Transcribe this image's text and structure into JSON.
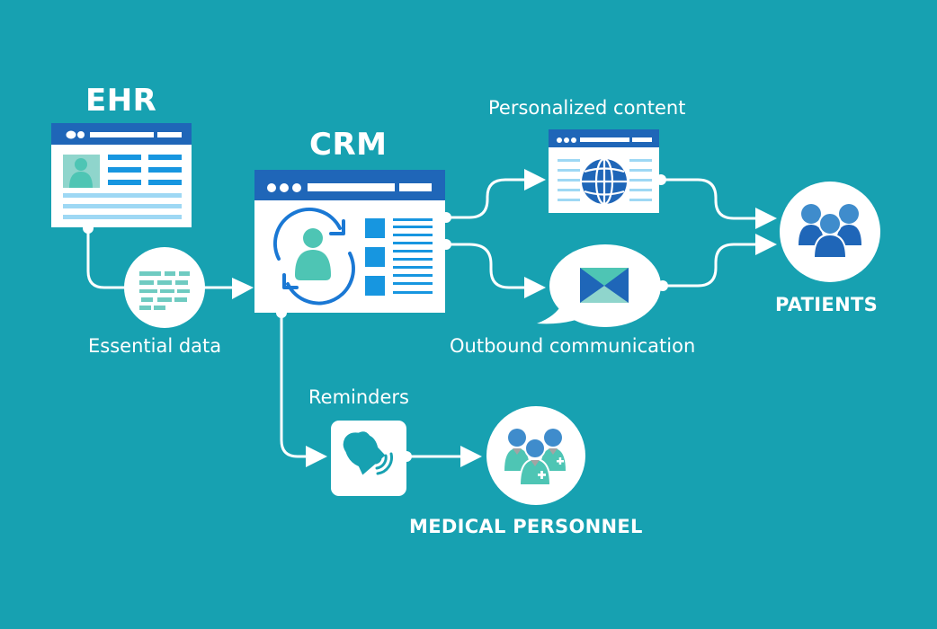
{
  "colors": {
    "background": "#17a1b1",
    "white": "#ffffff",
    "header_blue": "#1f66b8",
    "bright_blue": "#1796e0",
    "light_blue": "#9ed8f4",
    "teal": "#4ec5b4",
    "light_teal": "#8fd5cc",
    "people_blue": "#3f8ccc",
    "gray": "#a3a3a3"
  },
  "nodes": {
    "ehr": {
      "title": "EHR"
    },
    "crm": {
      "title": "CRM"
    },
    "essential_data": {
      "label": "Essential data",
      "icon": "data-blocks-icon"
    },
    "personalized_content": {
      "label": "Personalized content",
      "icon": "globe-icon"
    },
    "outbound_communication": {
      "label": "Outbound communication",
      "icon": "envelope-icon"
    },
    "patients": {
      "label": "PATIENTS",
      "icon": "group-icon"
    },
    "reminders": {
      "label": "Reminders",
      "icon": "bell-icon"
    },
    "medical_personnel": {
      "label": "MEDICAL PERSONNEL",
      "icon": "medical-staff-icon"
    }
  },
  "edges": [
    {
      "from": "EHR",
      "to": "CRM",
      "via": "Essential data"
    },
    {
      "from": "CRM",
      "to": "Personalized content"
    },
    {
      "from": "CRM",
      "to": "Outbound communication"
    },
    {
      "from": "Personalized content",
      "to": "PATIENTS"
    },
    {
      "from": "Outbound communication",
      "to": "PATIENTS"
    },
    {
      "from": "CRM",
      "to": "Reminders"
    },
    {
      "from": "Reminders",
      "to": "MEDICAL PERSONNEL"
    }
  ]
}
